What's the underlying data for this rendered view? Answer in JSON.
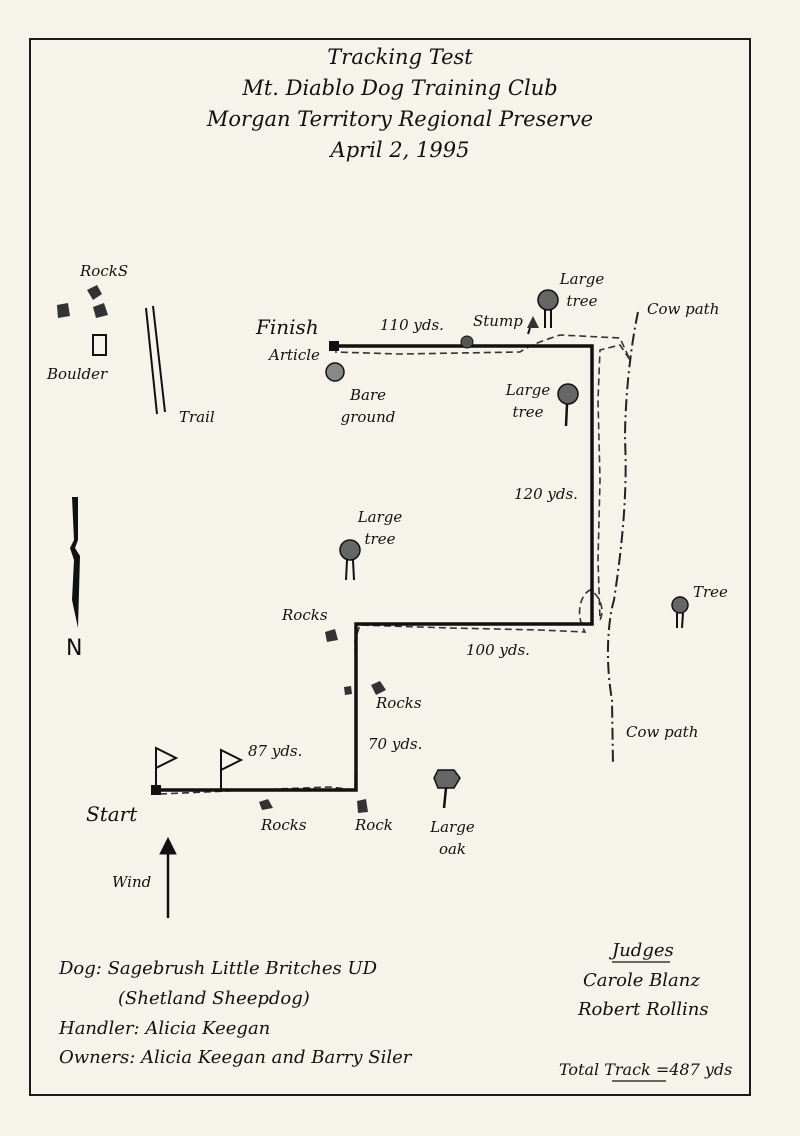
{
  "title": {
    "line1": "Tracking Test",
    "line2": "Mt. Diablo Dog Training Club",
    "line3": "Morgan Territory Regional Preserve",
    "line4": "April 2, 1995"
  },
  "map": {
    "labels": {
      "rocks_top": "RockS",
      "boulder": "Boulder",
      "trail": "Trail",
      "finish": "Finish",
      "article": "Article",
      "bare_ground": [
        "Bare",
        "ground"
      ],
      "leg_110": "110 yds.",
      "stump": "Stump",
      "large_tree_top": [
        "Large",
        "tree"
      ],
      "cow_path_top": "Cow path",
      "large_tree_right": [
        "Large",
        "tree"
      ],
      "leg_120": "120 yds.",
      "large_tree_mid": [
        "Large",
        "tree"
      ],
      "tree": "Tree",
      "rocks_mid": "Rocks",
      "leg_100": "100 yds.",
      "rocks_low": "Rocks",
      "leg_70": "70 yds.",
      "leg_87": "87 yds.",
      "cow_path_bottom": "Cow path",
      "start": "Start",
      "rocks_bottom": "Rocks",
      "rock": "Rock",
      "large_oak": [
        "Large",
        "oak"
      ],
      "wind": "Wind",
      "north": "N"
    },
    "legs_yards": [
      87,
      70,
      100,
      120,
      110
    ]
  },
  "info": {
    "dog": "Dog:  Sagebrush Little Britches UD",
    "breed": "(Shetland Sheepdog)",
    "handler": "Handler: Alicia Keegan",
    "owners": "Owners: Alicia Keegan and Barry Siler"
  },
  "judges": {
    "heading": "Judges",
    "names": [
      "Carole Blanz",
      "Robert Rollins"
    ]
  },
  "total_track": "Total Track =487 yds"
}
